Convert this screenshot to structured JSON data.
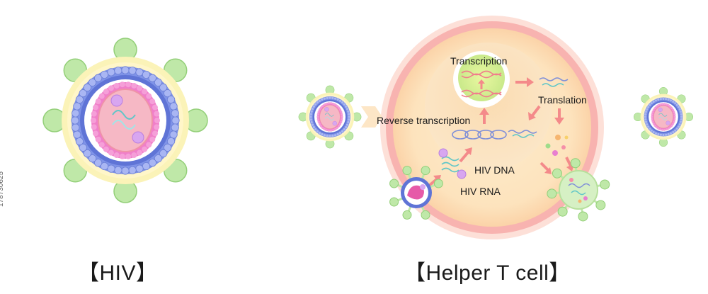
{
  "captions": {
    "hiv": "【HIV】",
    "helper_t_cell": "【Helper T cell】"
  },
  "steps": {
    "transcription": "Transcription",
    "translation": "Translation",
    "reverse_transcription": "Reverse transcription",
    "hiv_dna": "HIV DNA",
    "hiv_rna": "HIV RNA"
  },
  "image_id": "178730625",
  "colors": {
    "spike": "#bfe8a8",
    "spike_stroke": "#93cf78",
    "envelope_glow": "#fbf3b8",
    "capsid_outer": "#7f93e8",
    "capsid_bead": "#a9b6f3",
    "matrix": "#f07fc9",
    "core": "#f6b8c5",
    "cell_membrane": "#f7a0a0",
    "cytoplasm": "#fde7c4",
    "nucleus": "#f9d3a3",
    "arrow": "#f48a8a"
  }
}
